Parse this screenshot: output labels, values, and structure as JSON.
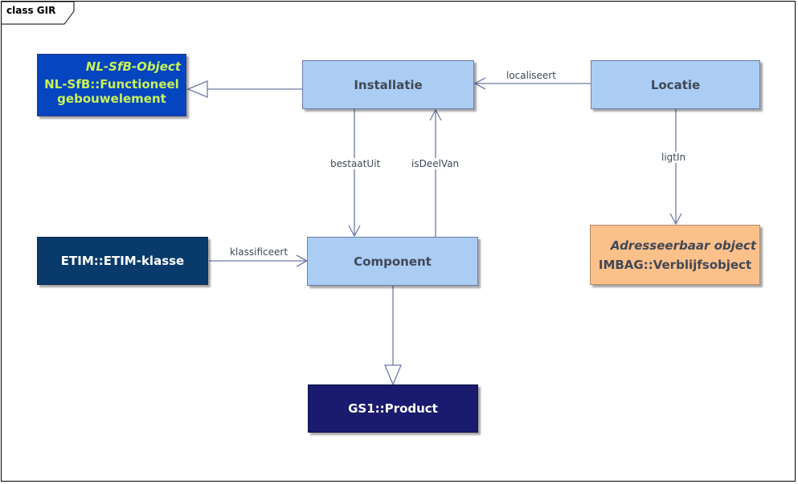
{
  "frame": {
    "title": "class GIR"
  },
  "classes": {
    "installatie": {
      "name": "Installatie"
    },
    "locatie": {
      "name": "Locatie"
    },
    "component": {
      "name": "Component"
    },
    "nlsfb": {
      "stereotype": "NL-SfB-Object",
      "name_line1": "NL-SfB::Functioneel",
      "name_line2": "gebouwelement"
    },
    "etim": {
      "name": "ETIM::ETIM-klasse"
    },
    "imbag": {
      "stereotype": "Adresseerbaar object",
      "name": "IMBAG::Verblijfsobject"
    },
    "gs1": {
      "name": "GS1::Product"
    }
  },
  "relations": {
    "localiseert": "localiseert",
    "bestaatUit": "bestaatUit",
    "isDeelVan": "isDeelVan",
    "ligtIn": "ligtIn",
    "klassificeert": "klassificeert"
  },
  "colors": {
    "light_blue": "#abcdf4",
    "nlsfb_blue": "#0645c0",
    "nlsfb_text": "#c8f35a",
    "etim_navy": "#083a6c",
    "gs1_navy": "#1a1a6e",
    "imbag_orange": "#fcc08a",
    "line": "#6f7ba8"
  }
}
